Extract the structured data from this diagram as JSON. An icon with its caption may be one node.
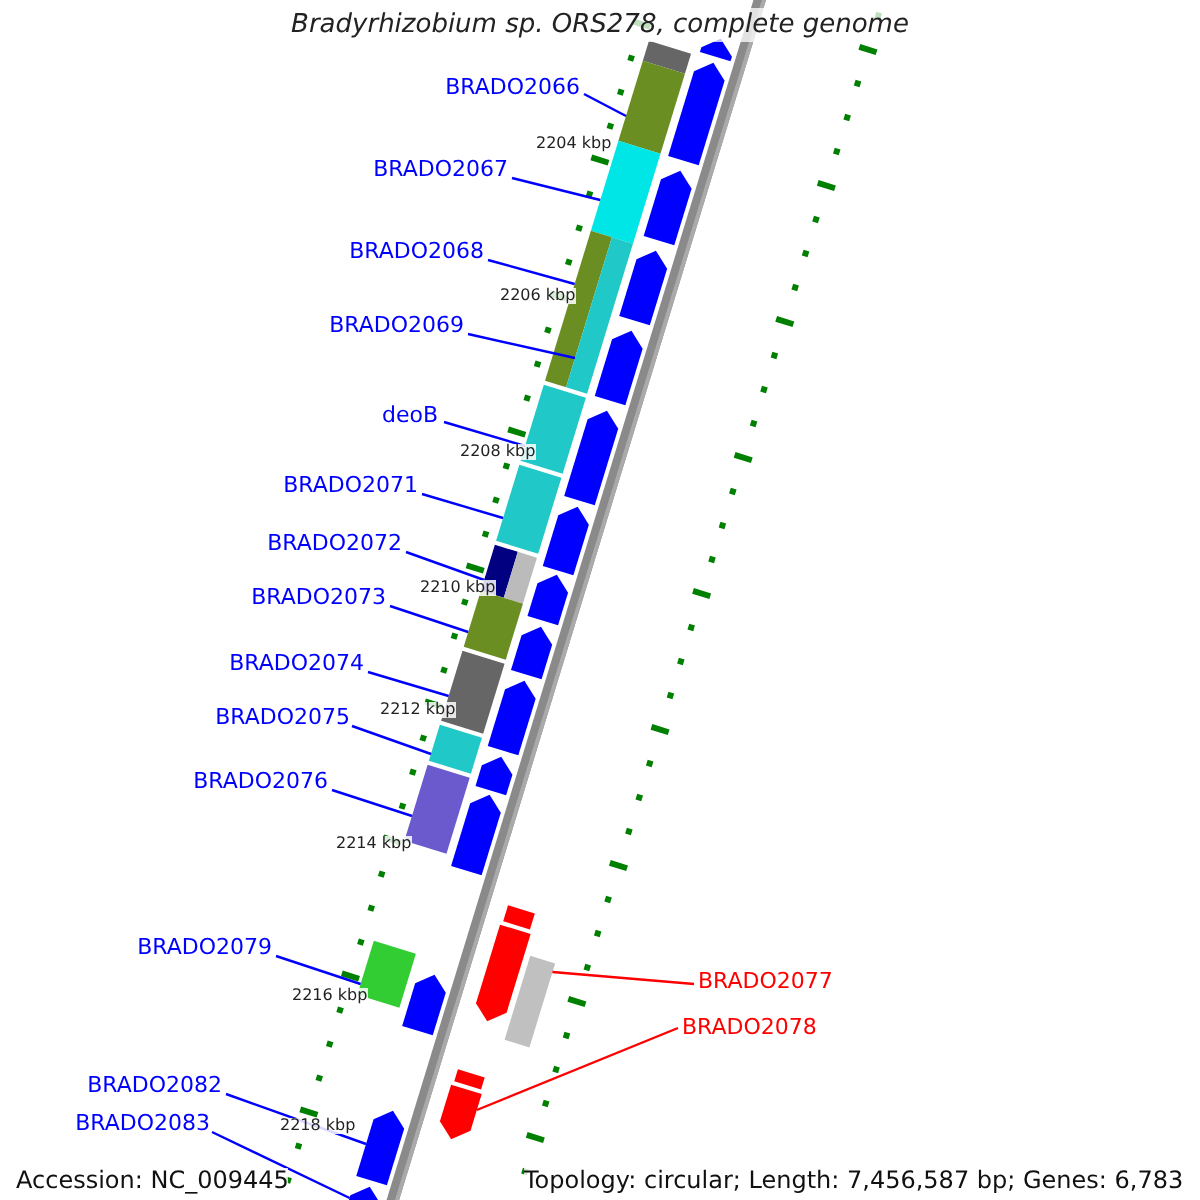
{
  "diagram": {
    "title": "Bradyrhizobium sp. ORS278, complete genome",
    "nodes": [
      {
        "text": [
          "BRADO2066"
        ]
      },
      {
        "text": [
          "BRADO2067"
        ]
      },
      {
        "text": [
          "BRADO2068"
        ]
      },
      {
        "text": [
          "BRADO2069"
        ]
      },
      {
        "text": [
          "deoB"
        ]
      },
      {
        "text": [
          "BRADO2071"
        ]
      },
      {
        "text": [
          "BRADO2072"
        ]
      },
      {
        "text": [
          "BRADO2073"
        ]
      },
      {
        "text": [
          "BRADO2074"
        ]
      },
      {
        "text": [
          "BRADO2075"
        ]
      },
      {
        "text": [
          "BRADO2076"
        ]
      },
      {
        "text": [
          "BRADO2079"
        ]
      },
      {
        "text": [
          "BRADO2077"
        ]
      },
      {
        "text": [
          "BRADO2078"
        ]
      },
      {
        "text": [
          "BRADO2082"
        ]
      },
      {
        "text": [
          "BRADO2083"
        ]
      },
      {
        "text": [],
        "shape": "arrow"
      },
      {
        "text": [],
        "shape": "bar"
      },
      {
        "text": [],
        "shape": "arrow"
      },
      {
        "text": [],
        "shape": "bar"
      },
      {
        "text": [],
        "shape": "bar"
      },
      {
        "text": [],
        "shape": "arrow"
      },
      {
        "text": [],
        "shape": "bar"
      },
      {
        "text": [],
        "shape": "bar"
      },
      {
        "text": [],
        "shape": "arrow"
      },
      {
        "text": [],
        "shape": "arrow"
      },
      {
        "text": [],
        "shape": "bar"
      },
      {
        "text": [],
        "shape": "arrow"
      },
      {
        "text": [],
        "shape": "bar"
      },
      {
        "text": [],
        "shape": "arrow"
      },
      {
        "text": [],
        "shape": "bar"
      },
      {
        "text": [],
        "shape": "arrow"
      },
      {
        "text": [],
        "shape": "bar"
      },
      {
        "text": [],
        "shape": "arrow"
      },
      {
        "text": [],
        "shape": "bar"
      },
      {
        "text": [],
        "shape": "arrow"
      },
      {
        "text": [],
        "shape": "bar"
      },
      {
        "text": [],
        "shape": "arrow"
      },
      {
        "text": [],
        "shape": "bar"
      },
      {
        "text": [],
        "shape": "arrow"
      },
      {
        "text": [],
        "shape": "bar"
      },
      {
        "text": [],
        "shape": "arrow"
      },
      {
        "text": [],
        "shape": "bar"
      },
      {
        "text": [],
        "shape": "bar"
      },
      {
        "text": [],
        "shape": "arrow"
      },
      {
        "text": [],
        "shape": "bar"
      },
      {
        "text": [],
        "shape": "arrow"
      },
      {
        "text": [],
        "shape": "arrow"
      },
      {
        "text": [],
        "shape": "arrow"
      }
    ],
    "edges": [
      {
        "from": 0,
        "to": 19,
        "arrow": "none"
      },
      {
        "from": 1,
        "to": 20,
        "arrow": "none"
      },
      {
        "from": 2,
        "to": 22,
        "arrow": "none"
      },
      {
        "from": 3,
        "to": 23,
        "arrow": "none"
      },
      {
        "from": 4,
        "to": 26,
        "arrow": "none"
      },
      {
        "from": 5,
        "to": 28,
        "arrow": "none"
      },
      {
        "from": 6,
        "to": 30,
        "arrow": "none"
      },
      {
        "from": 7,
        "to": 32,
        "arrow": "none"
      },
      {
        "from": 8,
        "to": 34,
        "arrow": "none"
      },
      {
        "from": 9,
        "to": 36,
        "arrow": "none"
      },
      {
        "from": 10,
        "to": 38,
        "arrow": "none"
      },
      {
        "from": 11,
        "to": 43,
        "arrow": "none"
      },
      {
        "from": 12,
        "to": 42,
        "arrow": "none",
        "color": "#ff0000"
      },
      {
        "from": 13,
        "to": 46,
        "arrow": "none",
        "color": "#ff0000"
      },
      {
        "from": 14,
        "to": 47,
        "arrow": "none"
      },
      {
        "from": 15,
        "to": 48,
        "arrow": "none"
      }
    ],
    "labels": [
      "2204 kbp",
      "2206 kbp",
      "2208 kbp",
      "2210 kbp",
      "2212 kbp",
      "2214 kbp",
      "2216 kbp",
      "2218 kbp",
      "Accession: NC_009445",
      "Topology: circular; Length: 7,456,587 bp; Genes: 6,783"
    ]
  }
}
